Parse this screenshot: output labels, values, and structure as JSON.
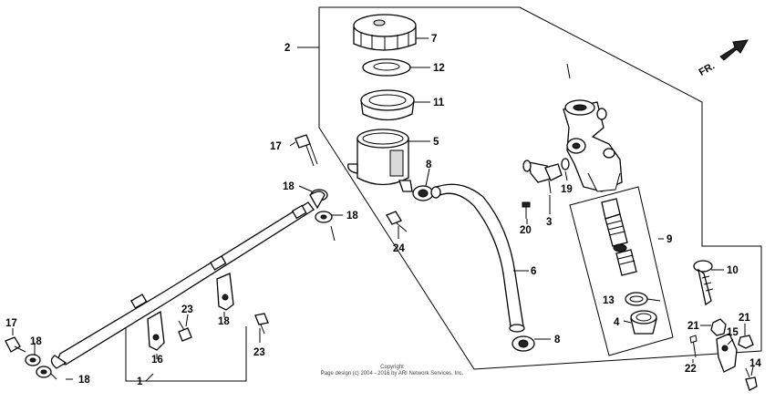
{
  "diagram": {
    "direction_label": "FR.",
    "copyright_line1": "Copyright",
    "copyright_line2": "Page design (c) 2004 - 2016 by ARI Network Services, Inc.",
    "callouts": {
      "c1": "1",
      "c2": "2",
      "c3": "3",
      "c4": "4",
      "c5": "5",
      "c6": "6",
      "c7": "7",
      "c8a": "8",
      "c8b": "8",
      "c9": "9",
      "c10": "10",
      "c11": "11",
      "c12": "12",
      "c13": "13",
      "c14": "14",
      "c15": "15",
      "c16": "16",
      "c17a": "17",
      "c17b": "17",
      "c18a": "18",
      "c18b": "18",
      "c18c": "18",
      "c18d": "18",
      "c18e": "18",
      "c19": "19",
      "c20": "20",
      "c21a": "21",
      "c21b": "21",
      "c22": "22",
      "c23a": "23",
      "c23b": "23",
      "c24": "24"
    }
  }
}
